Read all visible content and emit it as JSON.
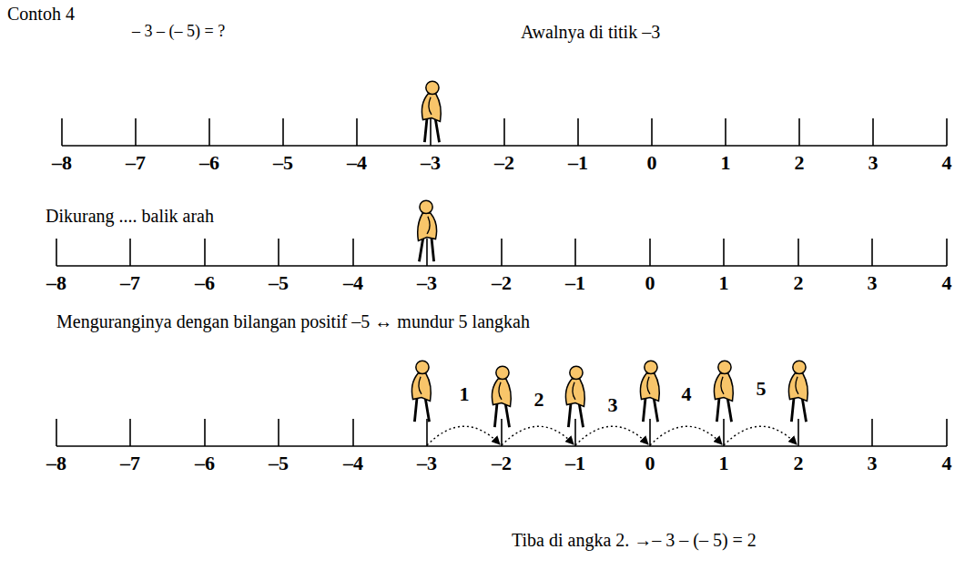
{
  "diagram": {
    "title": "Contoh 4",
    "labels": [
      "– 3 – (– 5) = ?",
      "Awalnya di titik –3",
      "–8",
      "–7",
      "–6",
      "–5",
      "–4",
      "–3",
      "–2",
      "–1",
      "0",
      "1",
      "2",
      "3",
      "4",
      "Dikurang .... balik arah",
      "–8",
      "–7",
      "–6",
      "–5",
      "–4",
      "–3",
      "–2",
      "–1",
      "0",
      "1",
      "2",
      "3",
      "4",
      "Menguranginya dengan bilangan positif –5 ↔ mundur 5 langkah",
      "1",
      "2",
      "3",
      "4",
      "5",
      "–8",
      "–7",
      "–6",
      "–5",
      "–4",
      "–3",
      "–2",
      "–1",
      "0",
      "1",
      "2",
      "3",
      "4",
      "Tiba di angka 2. →– 3 – (– 5) = 2"
    ]
  }
}
